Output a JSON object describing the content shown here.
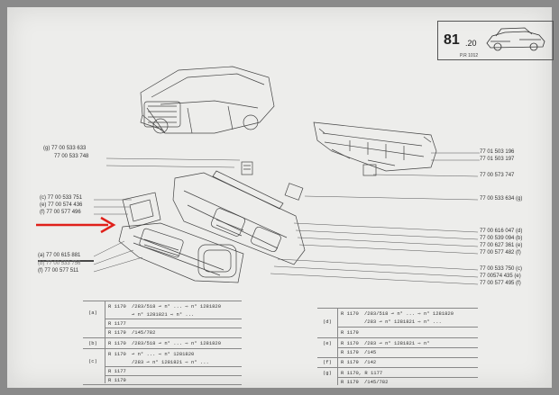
{
  "header": {
    "page_number": "81",
    "page_sub": ".20",
    "ref": "P.R 1012"
  },
  "callouts_left": [
    {
      "letter": "(g)",
      "part": "77 00 533 633"
    },
    {
      "letter": "",
      "part": "77 00 533 748"
    },
    {
      "letter": "(c)",
      "part": "77 00 533 751"
    },
    {
      "letter": "(e)",
      "part": "77 00 574 436"
    },
    {
      "letter": "(f)",
      "part": "77 00 577 496"
    },
    {
      "letter": "(a)",
      "part": "77 00 615 881"
    },
    {
      "letter": "(b)",
      "part": "77 00 533 756"
    },
    {
      "letter": "(f)",
      "part": "77 00 577 511"
    }
  ],
  "callouts_right": [
    {
      "part": "77 01 503 196",
      "letter": ""
    },
    {
      "part": "77 01 503 197",
      "letter": ""
    },
    {
      "part": "77 00 573 747",
      "letter": ""
    },
    {
      "part": "77 00 533 634",
      "letter": "(g)"
    },
    {
      "part": "77 00 616 047",
      "letter": "(d)"
    },
    {
      "part": "77 00 539 094",
      "letter": "(b)"
    },
    {
      "part": "77 00 627 361",
      "letter": "(e)"
    },
    {
      "part": "77 00 577 482",
      "letter": "(f)"
    },
    {
      "part": "77 00 533 750",
      "letter": "(c)"
    },
    {
      "part": "77 00574 435",
      "letter": "(e)"
    },
    {
      "part": "77 00 577 495",
      "letter": "(f)"
    }
  ],
  "table_left": [
    {
      "key": "",
      "model": "R 1170",
      "spec": "/283/518  ⊸ n° ...  ⇨ n° 1281820"
    },
    {
      "key": "(a)",
      "model": "",
      "spec": "⊸ n° 1281821 ⇨ n° ..."
    },
    {
      "key": "",
      "model": "R 1177",
      "spec": ""
    },
    {
      "key": "",
      "model": "R 1179",
      "spec": "/145/782"
    },
    {
      "key": "(b)",
      "model": "R 1170",
      "spec": "/283/518  ⊸ n° ...  ⇨ n° 1281820"
    },
    {
      "key": "",
      "model": "R 1170",
      "spec": "⊸ n° ...  ⇨ n° 1281820"
    },
    {
      "key": "(c)",
      "model": "",
      "spec": "/283  ⊸ n° 1281821 ⇨ n° ..."
    },
    {
      "key": "",
      "model": "R 1177",
      "spec": ""
    },
    {
      "key": "",
      "model": "R 1179",
      "spec": ""
    }
  ],
  "table_right": [
    {
      "key": "",
      "model": "R 1170",
      "spec": "/283/518  ⊸ n° ...  ⇨ n° 1281820"
    },
    {
      "key": "(d)",
      "model": "",
      "spec": "/283  ⊸ n° 1281821 ⇨ n° ..."
    },
    {
      "key": "",
      "model": "R 1179",
      "spec": ""
    },
    {
      "key": "(e)",
      "model": "R 1170",
      "spec": "/283  ⊸ n° 1281821 ⇨ n°"
    },
    {
      "key": "",
      "model": "R 1179",
      "spec": "/145"
    },
    {
      "key": "(f)",
      "model": "R 1179",
      "spec": "/142"
    },
    {
      "key": "(g)",
      "model": "R 1170, R 1177",
      "spec": ""
    },
    {
      "key": "",
      "model": "R 1179",
      "spec": "/145/782"
    }
  ],
  "colors": {
    "annotation_red": "#e0201a",
    "underline": "#111111"
  }
}
